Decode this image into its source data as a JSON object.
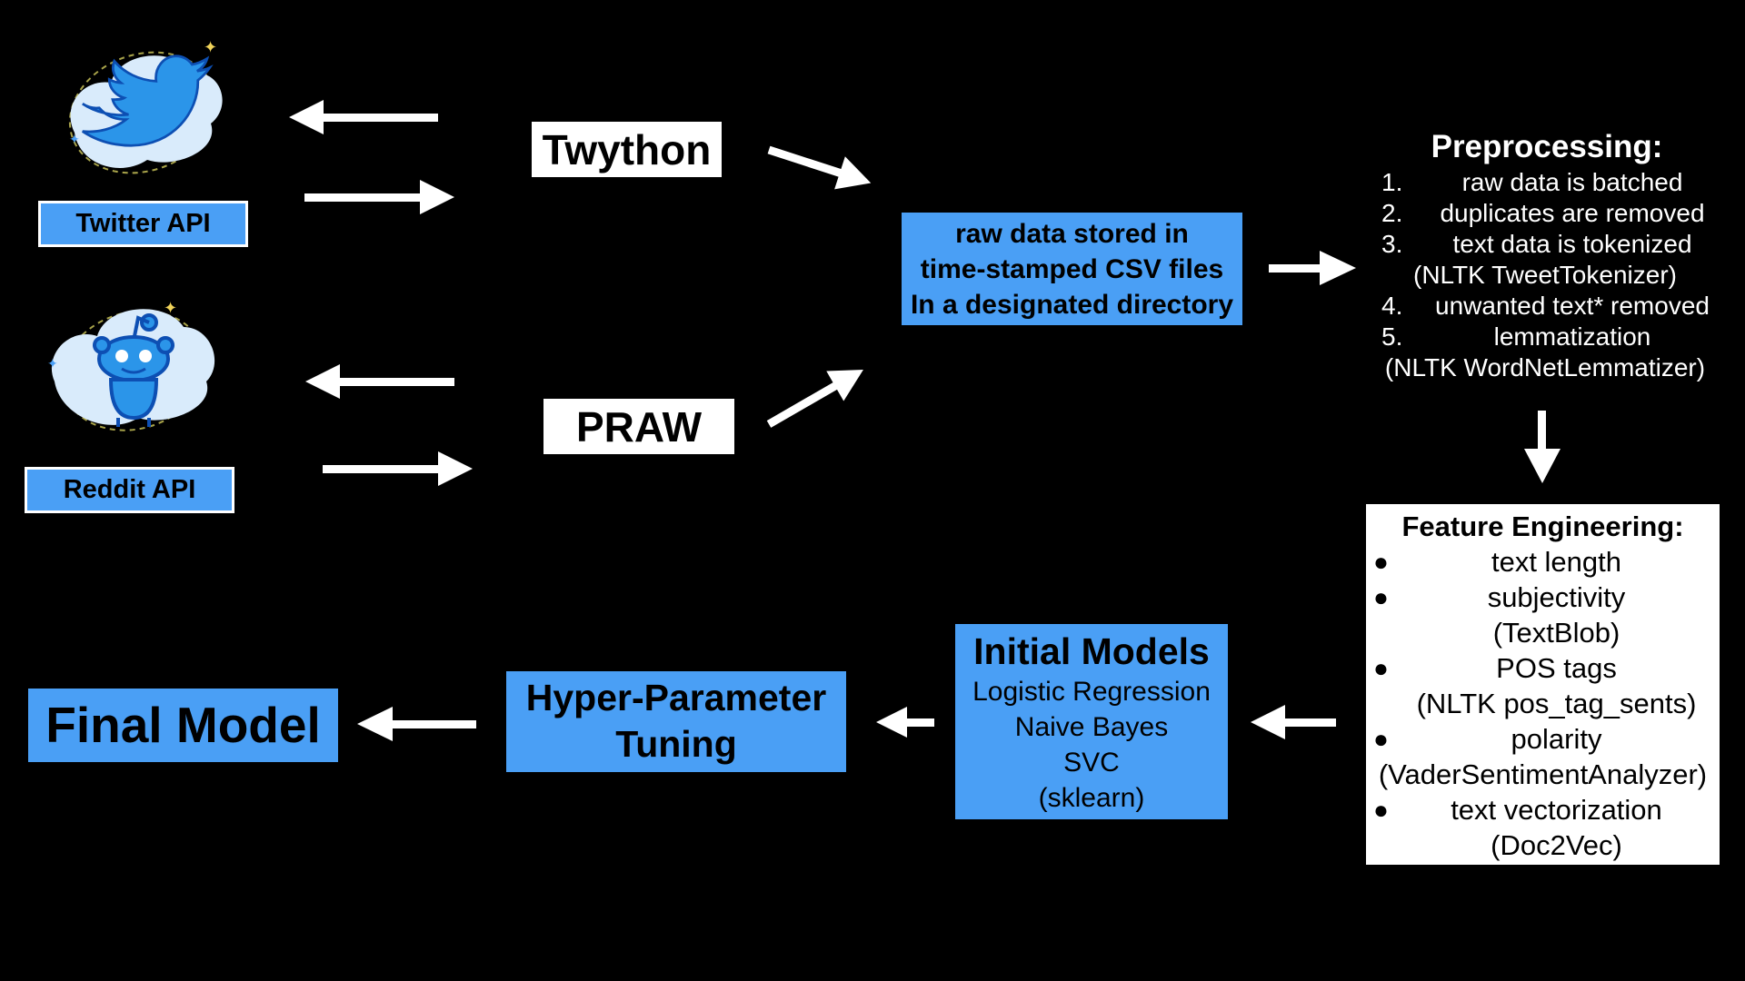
{
  "sources": {
    "twitter": {
      "label": "Twitter API",
      "icon": "twitter-bird-icon",
      "color": "#4a9ff5"
    },
    "reddit": {
      "label": "Reddit API",
      "icon": "reddit-snoo-icon",
      "color": "#4a9ff5"
    }
  },
  "libraries": {
    "twitter": "Twython",
    "reddit": "PRAW"
  },
  "storage": {
    "lines": [
      "raw data stored in",
      "time-stamped CSV files",
      "In a designated directory"
    ]
  },
  "preprocessing": {
    "title": "Preprocessing:",
    "steps": [
      {
        "num": "1.",
        "text": "raw data is batched"
      },
      {
        "num": "2.",
        "text": "duplicates are removed"
      },
      {
        "num": "3.",
        "text": "text data is tokenized",
        "cont": "(NLTK TweetTokenizer)"
      },
      {
        "num": "4.",
        "text": "unwanted text* removed"
      },
      {
        "num": "5.",
        "text": "lemmatization",
        "cont": "(NLTK WordNetLemmatizer)"
      }
    ]
  },
  "feature_engineering": {
    "title": "Feature Engineering:",
    "items": [
      {
        "text": "text length"
      },
      {
        "text": "subjectivity",
        "cont": "(TextBlob)"
      },
      {
        "text": "POS tags",
        "cont": "(NLTK pos_tag_sents)"
      },
      {
        "text": "polarity",
        "cont": "(VaderSentimentAnalyzer)"
      },
      {
        "text": "text vectorization",
        "cont": "(Doc2Vec)"
      }
    ]
  },
  "initial_models": {
    "title": "Initial Models",
    "lines": [
      "Logistic Regression",
      "Naive Bayes",
      "SVC",
      "(sklearn)"
    ]
  },
  "tuning": {
    "lines": [
      "Hyper-Parameter",
      "Tuning"
    ]
  },
  "final_model": "Final Model",
  "colors": {
    "background": "#000000",
    "box_blue": "#4a9ff5",
    "arrow": "#ffffff",
    "cloud": "#d9ebfb"
  }
}
